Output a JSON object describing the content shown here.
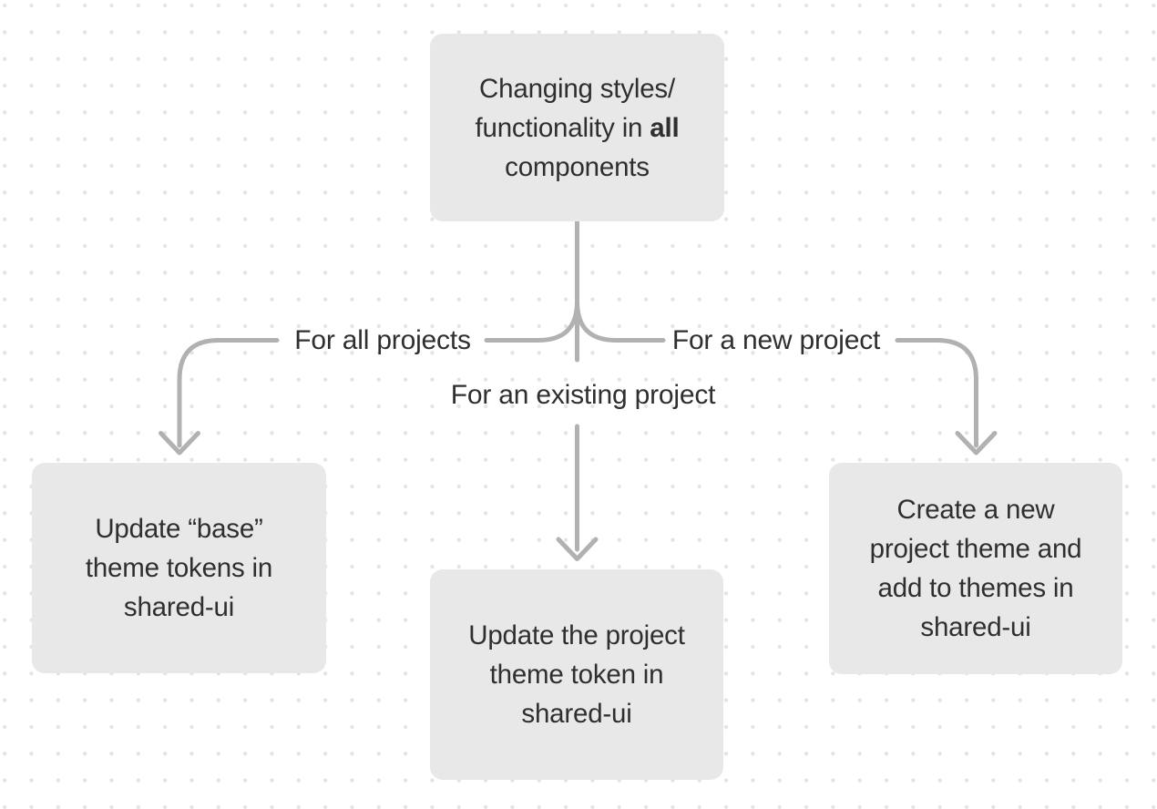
{
  "colors": {
    "background": "#ffffff",
    "dot": "#e3e3e3",
    "connector": "#b1b1b1",
    "node_fill": "#e8e8e8",
    "text": "#2f2f2f"
  },
  "diagram": {
    "nodes": {
      "root": {
        "line1": "Changing styles/",
        "line2_normal": "functionality in ",
        "line2_bold": "all",
        "line3": "components"
      },
      "left": {
        "lines": [
          "Update “base”",
          "theme tokens in",
          "shared-ui"
        ]
      },
      "center": {
        "lines": [
          "Update the project",
          "theme token in",
          "shared-ui"
        ]
      },
      "right": {
        "lines": [
          "Create a new",
          "project theme and",
          "add to themes in",
          "shared-ui"
        ]
      }
    },
    "edges": [
      {
        "from": "root",
        "to": "left",
        "label": "For all projects"
      },
      {
        "from": "root",
        "to": "center",
        "label": "For an existing project"
      },
      {
        "from": "root",
        "to": "right",
        "label": "For a new project"
      }
    ]
  }
}
